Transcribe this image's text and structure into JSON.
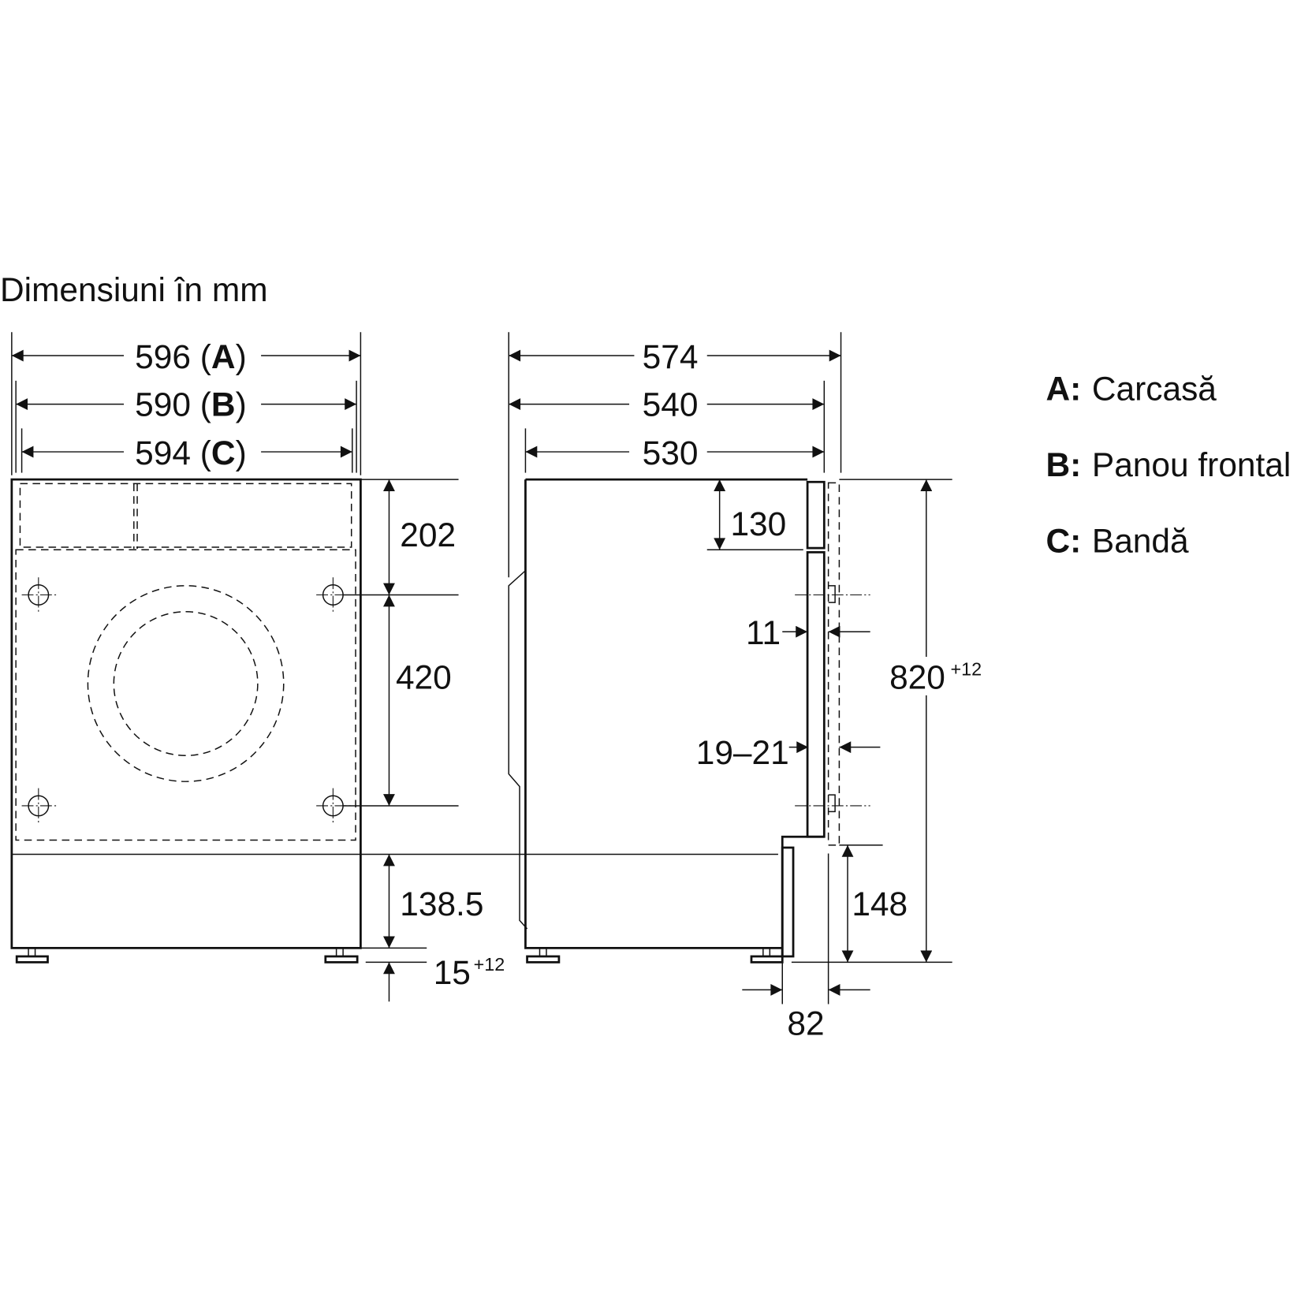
{
  "title": "Dimensiuni în mm",
  "front": {
    "width_a": "596",
    "width_b": "590",
    "width_c": "594",
    "letter_a": "A",
    "letter_b": "B",
    "letter_c": "C",
    "top_panel": "202",
    "hole_spacing": "420",
    "plinth": "138.5",
    "feet": "15",
    "feet_tolerance": "+12"
  },
  "side": {
    "depth_total": "574",
    "depth_with_panel": "540",
    "depth_body": "530",
    "top_offset": "130",
    "gap": "11",
    "panel_thickness": "19–21",
    "height": "820",
    "height_tolerance": "+12",
    "plinth_height": "148",
    "recess": "82"
  },
  "legend": [
    {
      "key": "A:",
      "label": "Carcasă"
    },
    {
      "key": "B:",
      "label": "Panou frontal"
    },
    {
      "key": "C:",
      "label": "Bandă"
    }
  ]
}
